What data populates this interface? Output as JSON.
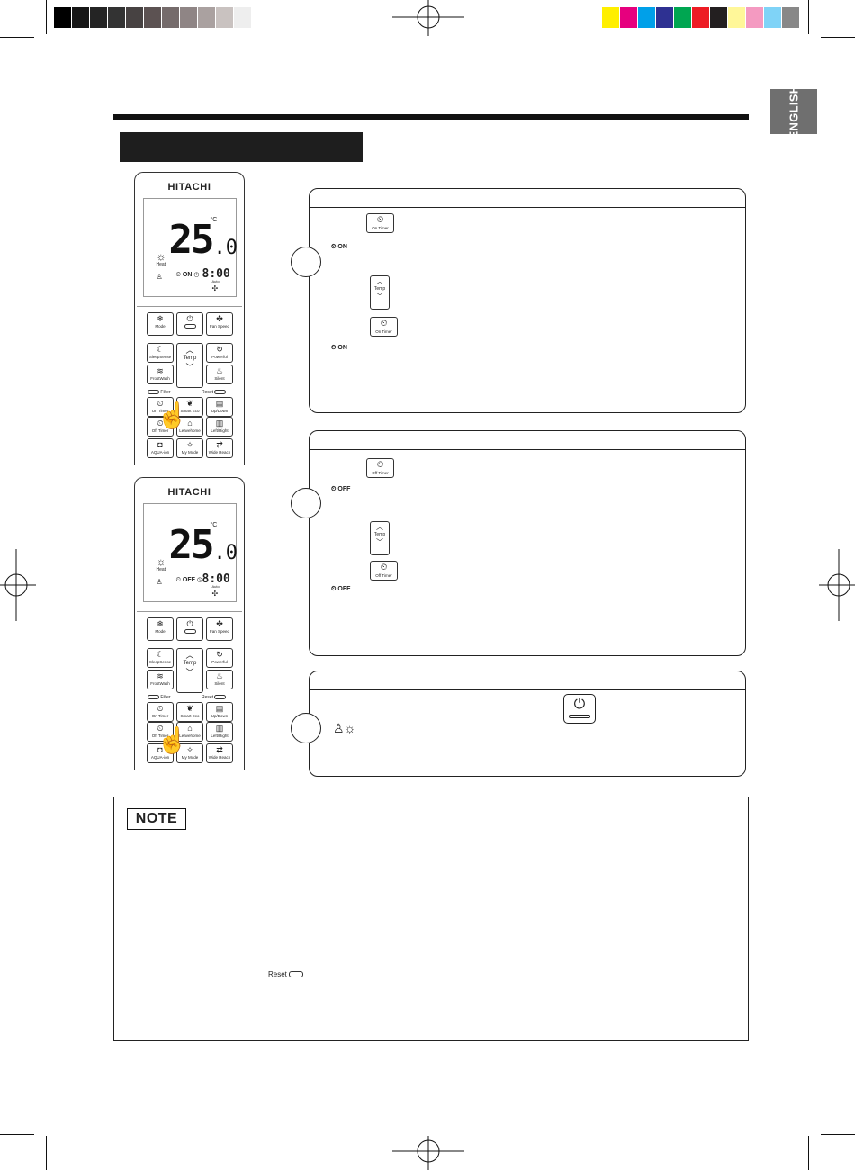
{
  "side_tab": {
    "label": "ENGLISH"
  },
  "colors": {
    "gray_swatches": [
      "#000000",
      "#161616",
      "#242424",
      "#333333",
      "#474242",
      "#5c5252",
      "#756b6b",
      "#8f8585",
      "#aaa1a0",
      "#c9c2c0",
      "#eeeeee"
    ],
    "color_swatches": [
      "#ffef00",
      "#e6007e",
      "#00a0e9",
      "#2e3192",
      "#00a651",
      "#ed1c24",
      "#231f20",
      "#fff799",
      "#f49ac1",
      "#7fd3f7",
      "#888888"
    ],
    "tab_bg": "#6f6f6f"
  },
  "remote": {
    "brand": "HITACHI",
    "display": {
      "temp": "25",
      "decimal": ".0",
      "unit": "°C",
      "mode": "Heat",
      "on_tag": "ON",
      "off_tag": "OFF",
      "clock": "8:00",
      "fan": "Auto"
    },
    "buttons": {
      "mode": "Mode",
      "fan_speed": "Fan Speed",
      "sleep_sense": "SleepSense",
      "temp": "Temp",
      "powerful": "Powerful",
      "frost_wash": "FrostWash",
      "silent": "Silent",
      "filter": "Filter",
      "reset": "Reset",
      "on_timer": "On Timer",
      "smart_eco": "Smart Eco",
      "up_down": "Up/Down",
      "off_timer": "Off Timer",
      "leave_home": "Leavehome",
      "left_right": "Left/Right",
      "aqua_ion": "AQUA-ion",
      "my_mode": "My Mode",
      "wide_reach": "Wide Reach"
    }
  },
  "panels": {
    "on_timer": {
      "button": "On Timer",
      "lcd_tag": "ON",
      "temp_label": "Temp"
    },
    "off_timer": {
      "button": "Off Timer",
      "lcd_tag": "OFF",
      "temp_label": "Temp"
    }
  },
  "note": {
    "tag": "NOTE",
    "reset_label": "Reset"
  }
}
